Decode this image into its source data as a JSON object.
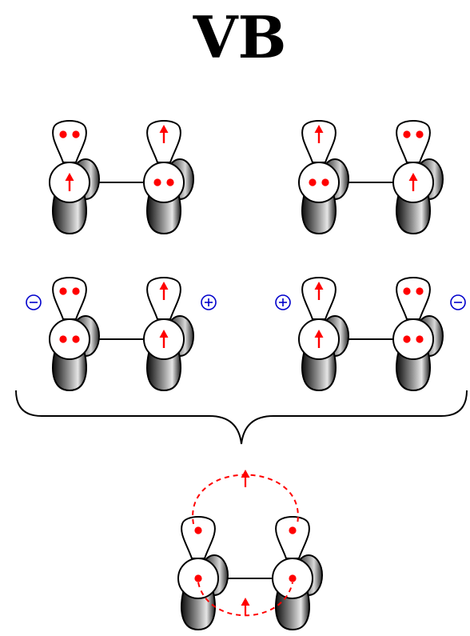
{
  "title": "VB",
  "colors": {
    "electron": "#ff0000",
    "charge": "#0000cc",
    "outline": "#000000"
  },
  "structures": [
    {
      "name": "covalent-structure-1",
      "left_upper": "pair",
      "left_lower": "up",
      "right_upper": "up",
      "right_lower": "pair"
    },
    {
      "name": "covalent-structure-2",
      "left_upper": "up",
      "left_lower": "pair",
      "right_upper": "pair",
      "right_lower": "up"
    },
    {
      "name": "ionic-structure-1",
      "left_upper": "pair",
      "left_lower": "pair",
      "right_upper": "up",
      "right_lower": "up",
      "left_charge": "⊖",
      "right_charge": "⊕"
    },
    {
      "name": "ionic-structure-2",
      "left_upper": "up",
      "left_lower": "up",
      "right_upper": "pair",
      "right_lower": "pair",
      "left_charge": "⊕",
      "right_charge": "⊖"
    }
  ],
  "resonance_hybrid": {
    "left_upper": "dot",
    "left_lower": "dot",
    "right_upper": "dot",
    "right_lower": "dot",
    "delocalization": "dashed-arcs-with-arrows"
  }
}
